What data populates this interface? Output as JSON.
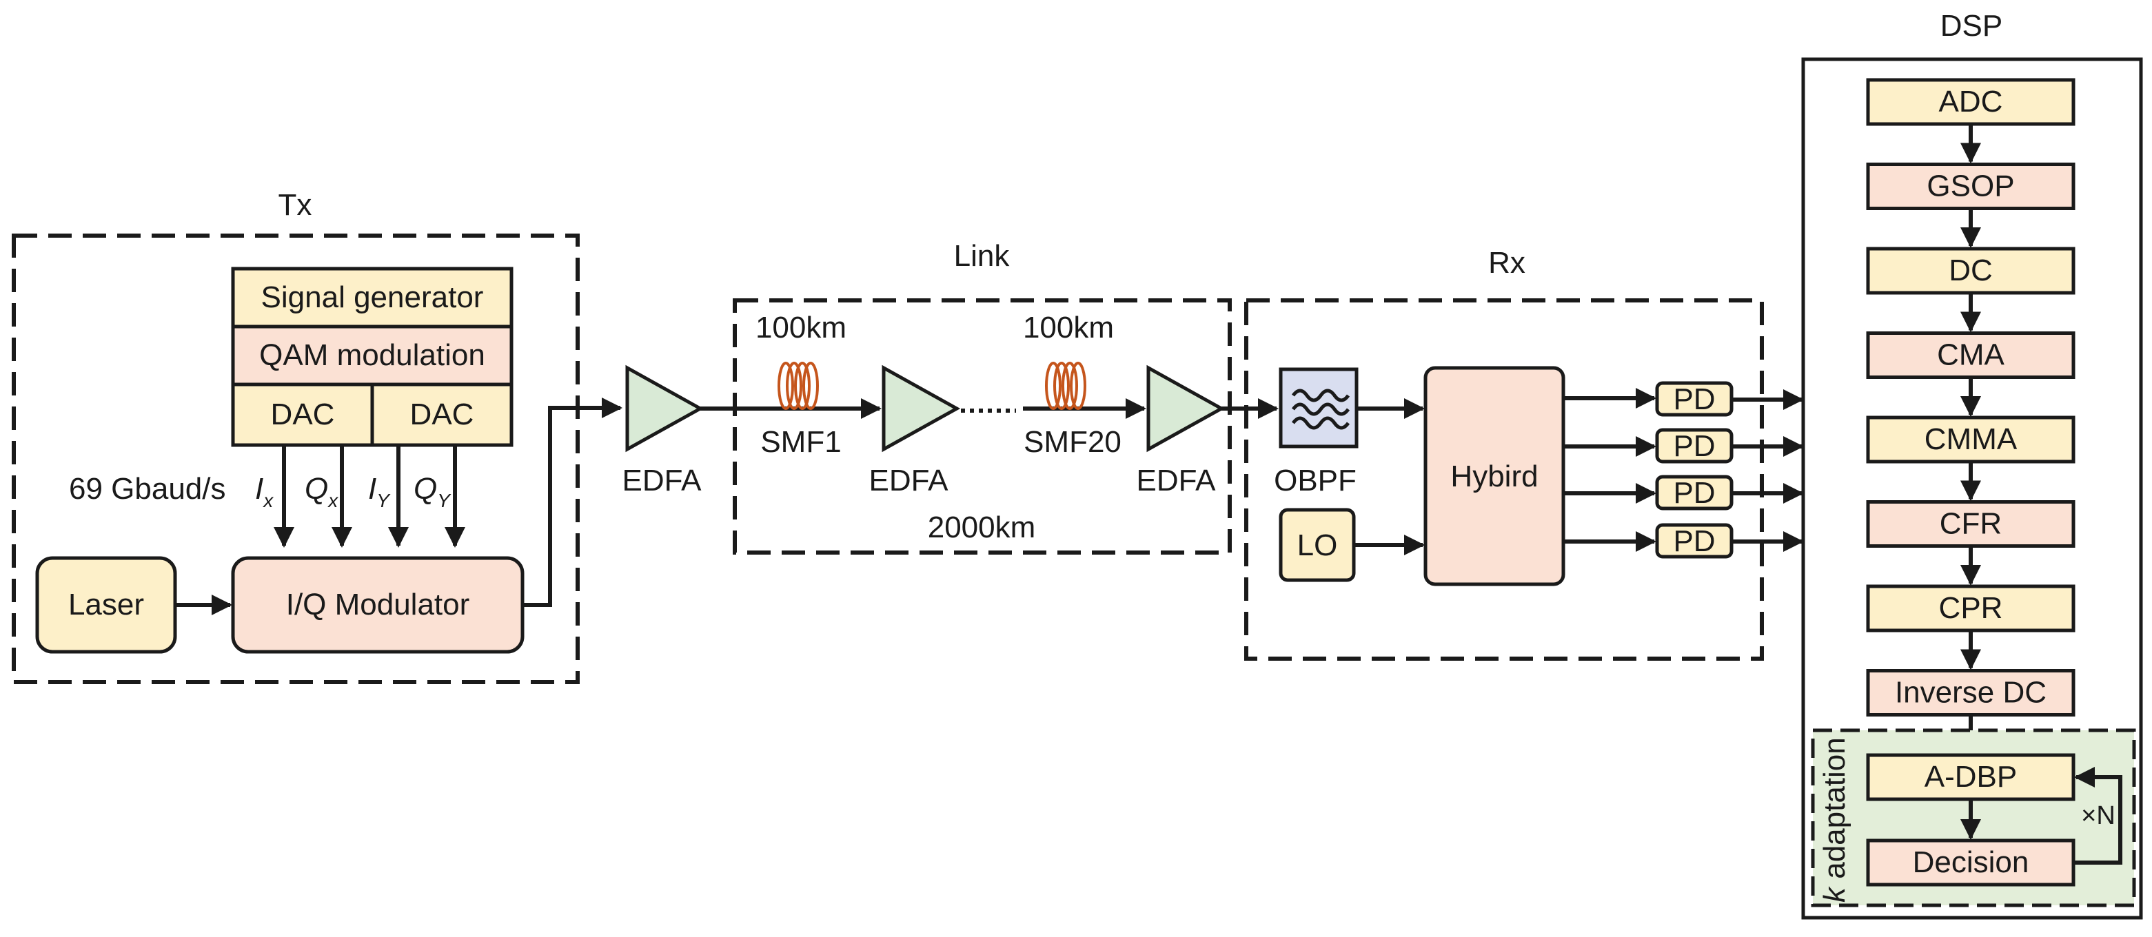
{
  "colors": {
    "yellow": "#fdf0c9",
    "pink": "#fbe1d4",
    "green_amp": "#d9ead6",
    "filter_blue": "#d9def0",
    "adapt_green": "#e3eed9",
    "fiber": "#c5551c",
    "stroke": "#1a1a1a"
  },
  "tx": {
    "title": "Tx",
    "signal_generator": "Signal generator",
    "qam_modulation": "QAM modulation",
    "dac1": "DAC",
    "dac2": "DAC",
    "baud_rate": "69 Gbaud/s",
    "ix": {
      "main": "I",
      "sub": "x"
    },
    "qx": {
      "main": "Q",
      "sub": "x"
    },
    "iy": {
      "main": "I",
      "sub": "Y"
    },
    "qy": {
      "main": "Q",
      "sub": "Y"
    },
    "laser": "Laser",
    "iq_modulator": "I/Q Modulator"
  },
  "edfa_label": "EDFA",
  "link": {
    "title": "Link",
    "span1": "100km",
    "span2": "100km",
    "smf1": "SMF1",
    "smf20": "SMF20",
    "total": "2000km"
  },
  "rx": {
    "title": "Rx",
    "obpf": "OBPF",
    "lo": "LO",
    "hybrid": "Hybird",
    "pd": [
      "PD",
      "PD",
      "PD",
      "PD"
    ]
  },
  "dsp": {
    "title": "DSP",
    "steps": [
      "ADC",
      "GSOP",
      "DC",
      "CMA",
      "CMMA",
      "CFR",
      "CPR",
      "Inverse DC"
    ],
    "adbp": "A-DBP",
    "decision": "Decision",
    "iterations": "×N",
    "k_adaptation": {
      "k": "k",
      "rest": " adaptation"
    }
  }
}
